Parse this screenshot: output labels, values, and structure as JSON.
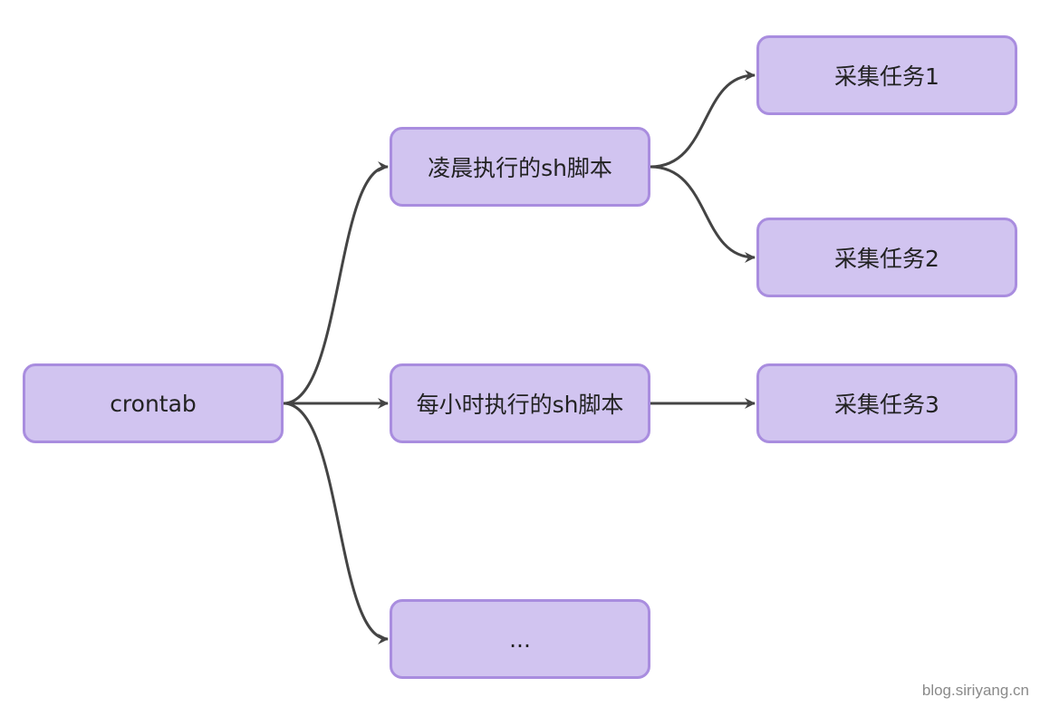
{
  "diagram": {
    "nodes": {
      "crontab": "crontab",
      "morning_script": "凌晨执行的sh脚本",
      "hourly_script": "每小时执行的sh脚本",
      "ellipsis": "...",
      "task1": "采集任务1",
      "task2": "采集任务2",
      "task3": "采集任务3"
    },
    "edges": [
      {
        "from": "crontab",
        "to": "morning_script"
      },
      {
        "from": "crontab",
        "to": "hourly_script"
      },
      {
        "from": "crontab",
        "to": "ellipsis"
      },
      {
        "from": "morning_script",
        "to": "task1"
      },
      {
        "from": "morning_script",
        "to": "task2"
      },
      {
        "from": "hourly_script",
        "to": "task3"
      }
    ],
    "colors": {
      "node_fill": "#d1c4f0",
      "node_border": "#a98ddf",
      "edge": "#444444",
      "text": "#222222"
    }
  },
  "watermark": "blog.siriyang.cn"
}
